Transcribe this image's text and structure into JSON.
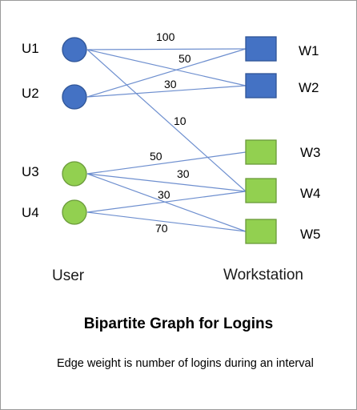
{
  "title": "Bipartite Graph for Logins",
  "caption": "Edge weight  is number of logins during an interval",
  "columns": {
    "left": "User",
    "right": "Workstation"
  },
  "colors": {
    "user_blue": "#4472c4",
    "user_green": "#92d050",
    "node_stroke": "#2f5597",
    "green_stroke": "#6a9a3a",
    "edge": "#6e8fcf"
  },
  "users": [
    {
      "id": "U1",
      "label": "U1",
      "color": "blue"
    },
    {
      "id": "U2",
      "label": "U2",
      "color": "blue"
    },
    {
      "id": "U3",
      "label": "U3",
      "color": "green"
    },
    {
      "id": "U4",
      "label": "U4",
      "color": "green"
    }
  ],
  "workstations": [
    {
      "id": "W1",
      "label": "W1",
      "color": "blue"
    },
    {
      "id": "W2",
      "label": "W2",
      "color": "blue"
    },
    {
      "id": "W3",
      "label": "W3",
      "color": "green"
    },
    {
      "id": "W4",
      "label": "W4",
      "color": "green"
    },
    {
      "id": "W5",
      "label": "W5",
      "color": "green"
    }
  ],
  "edges": [
    {
      "from": "U1",
      "to": "W1",
      "weight": "100"
    },
    {
      "from": "U1",
      "to": "W2",
      "weight": "50"
    },
    {
      "from": "U2",
      "to": "W1",
      "weight": ""
    },
    {
      "from": "U2",
      "to": "W2",
      "weight": "30"
    },
    {
      "from": "U1",
      "to": "W4",
      "weight": "10"
    },
    {
      "from": "U3",
      "to": "W3",
      "weight": "50"
    },
    {
      "from": "U3",
      "to": "W4",
      "weight": "30"
    },
    {
      "from": "U3",
      "to": "W5",
      "weight": ""
    },
    {
      "from": "U4",
      "to": "W4",
      "weight": "30"
    },
    {
      "from": "U4",
      "to": "W5",
      "weight": "70"
    }
  ]
}
